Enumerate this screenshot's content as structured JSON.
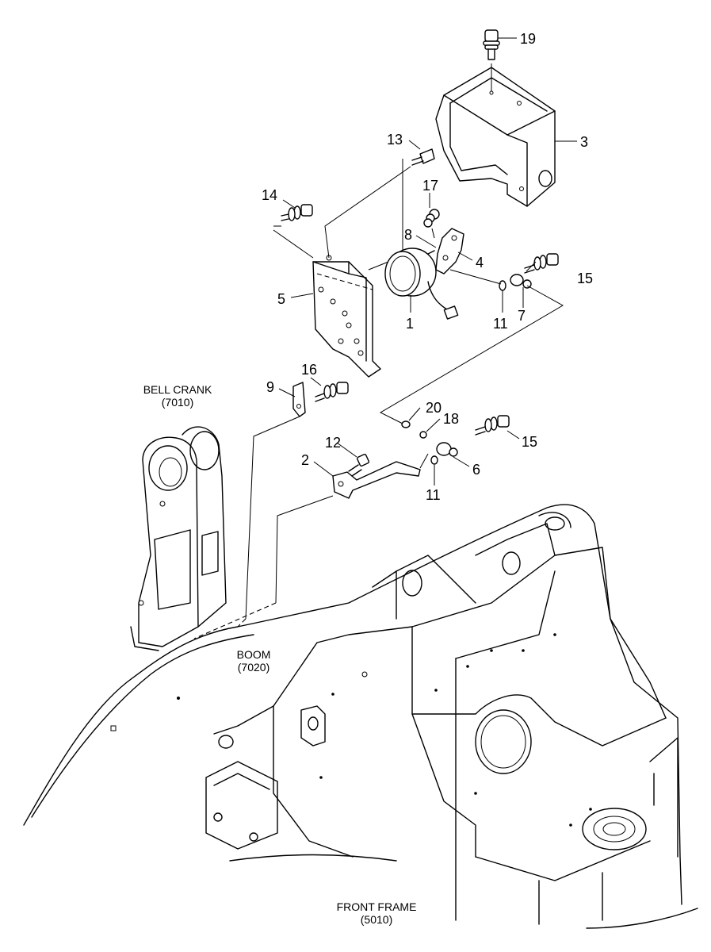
{
  "callouts": [
    {
      "id": "c1",
      "number": "1"
    },
    {
      "id": "c2",
      "number": "2"
    },
    {
      "id": "c3",
      "number": "3"
    },
    {
      "id": "c4",
      "number": "4"
    },
    {
      "id": "c5",
      "number": "5"
    },
    {
      "id": "c6",
      "number": "6"
    },
    {
      "id": "c7",
      "number": "7"
    },
    {
      "id": "c8",
      "number": "8"
    },
    {
      "id": "c9",
      "number": "9"
    },
    {
      "id": "c11a",
      "number": "11"
    },
    {
      "id": "c11b",
      "number": "11"
    },
    {
      "id": "c12",
      "number": "12"
    },
    {
      "id": "c13",
      "number": "13"
    },
    {
      "id": "c14",
      "number": "14"
    },
    {
      "id": "c15a",
      "number": "15"
    },
    {
      "id": "c15b",
      "number": "15"
    },
    {
      "id": "c16",
      "number": "16"
    },
    {
      "id": "c17",
      "number": "17"
    },
    {
      "id": "c18",
      "number": "18"
    },
    {
      "id": "c19",
      "number": "19"
    },
    {
      "id": "c20",
      "number": "20"
    }
  ],
  "labels": {
    "bell_crank": {
      "name": "BELL CRANK",
      "code": "(7010)"
    },
    "boom": {
      "name": "BOOM",
      "code": "(7020)"
    },
    "front_frame": {
      "name": "FRONT FRAME",
      "code": "(5010)"
    }
  }
}
